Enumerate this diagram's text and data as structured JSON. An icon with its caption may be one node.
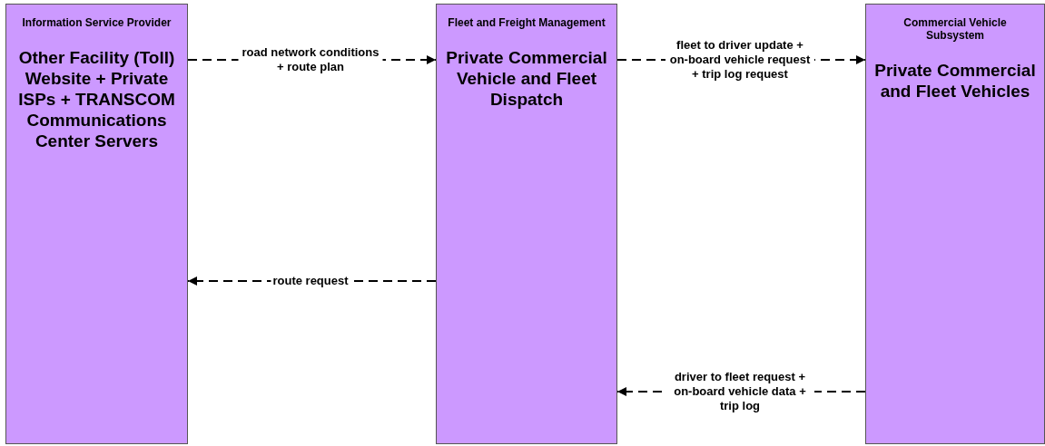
{
  "diagram": {
    "nodes": [
      {
        "text": [
          "Information Service Provider",
          "Other Facility (Toll) Website + Private ISPs + TRANSCOM Communications Center Servers"
        ]
      },
      {
        "text": [
          "Fleet and Freight Management",
          "Private Commercial Vehicle and Fleet Dispatch"
        ]
      },
      {
        "text": [
          "Commercial Vehicle Subsystem",
          "Private Commercial and Fleet Vehicles"
        ]
      }
    ],
    "edges": [
      {
        "from": 0,
        "to": 1,
        "arrow": "to",
        "style": "dashed",
        "label": "road network conditions + route plan"
      },
      {
        "from": 1,
        "to": 2,
        "arrow": "to",
        "style": "dashed",
        "label": "fleet to driver update + on-board vehicle request + trip log request"
      },
      {
        "from": 1,
        "to": 0,
        "arrow": "to",
        "style": "dashed",
        "label": "route request"
      },
      {
        "from": 2,
        "to": 1,
        "arrow": "to",
        "style": "dashed",
        "label": "driver to fleet request + on-board vehicle data + trip log"
      }
    ]
  }
}
